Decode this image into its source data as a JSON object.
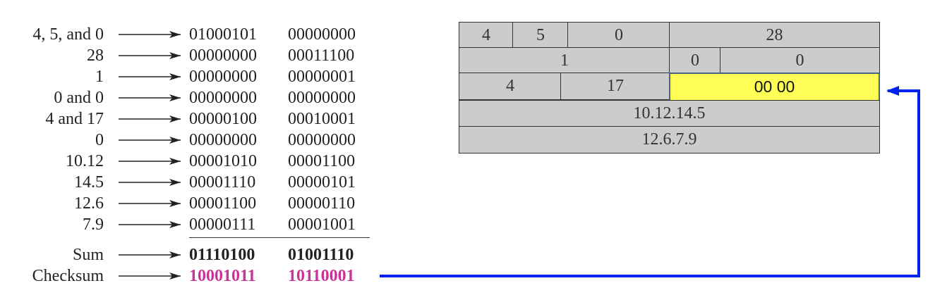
{
  "checksum_rows": [
    {
      "label": "4, 5,  and 0",
      "byte1": "01000101",
      "byte2": "00000000"
    },
    {
      "label": "28",
      "byte1": "00000000",
      "byte2": "00011100"
    },
    {
      "label": "1",
      "byte1": "00000000",
      "byte2": "00000001"
    },
    {
      "label": "0 and 0",
      "byte1": "00000000",
      "byte2": "00000000"
    },
    {
      "label": "4 and 17",
      "byte1": "00000100",
      "byte2": "00010001"
    },
    {
      "label": "0",
      "byte1": "00000000",
      "byte2": "00000000"
    },
    {
      "label": "10.12",
      "byte1": "00001010",
      "byte2": "00001100"
    },
    {
      "label": "14.5",
      "byte1": "00001110",
      "byte2": "00000101"
    },
    {
      "label": "12.6",
      "byte1": "00001100",
      "byte2": "00000110"
    },
    {
      "label": "7.9",
      "byte1": "00000111",
      "byte2": "00001001"
    }
  ],
  "sum_row": {
    "label": "Sum",
    "byte1": "01110100",
    "byte2": "01001110"
  },
  "checksum_row": {
    "label": "Checksum",
    "byte1": "10001011",
    "byte2": "10110001"
  },
  "header": {
    "version": "4",
    "hlen": "5",
    "service": "0",
    "total_length": "28",
    "identification": "1",
    "flags": "0",
    "fragment_offset": "0",
    "ttl": "4",
    "protocol": "17",
    "checksum_field": "00 00",
    "source_ip": "10.12.14.5",
    "destination_ip": "12.6.7.9"
  },
  "colors": {
    "checksum_text": "#cc3399",
    "highlight_fill": "#ffff55",
    "connector": "#0022ee",
    "cell_fill": "#cccccc"
  }
}
